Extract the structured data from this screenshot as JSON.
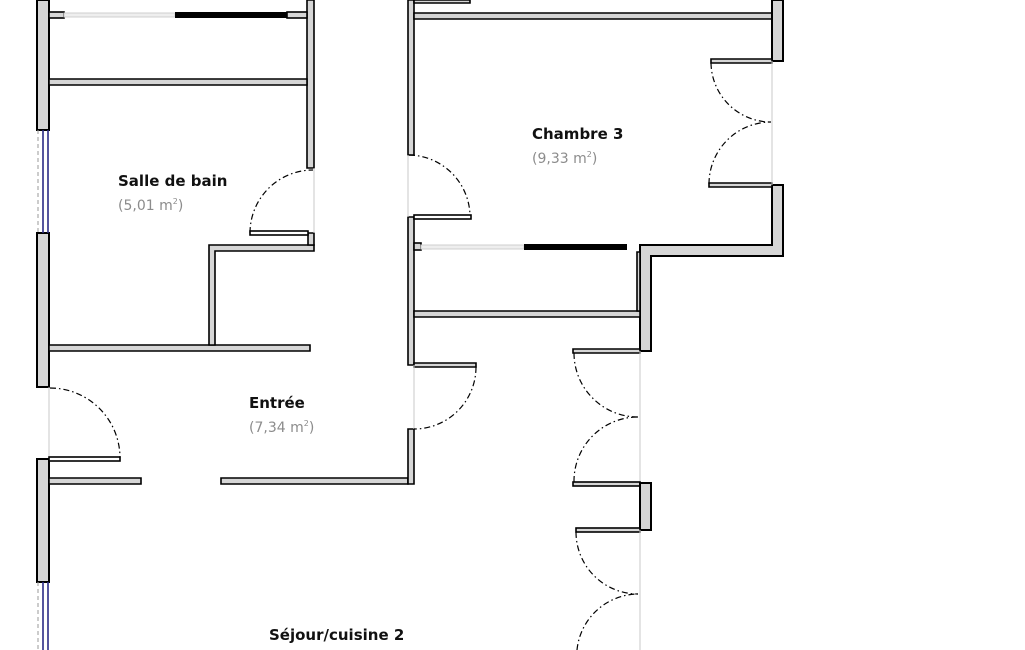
{
  "plan": {
    "rooms": [
      {
        "id": "salle-de-bain",
        "name": "Salle de bain",
        "area": "5,01",
        "unit": "m",
        "unit_exp": "2"
      },
      {
        "id": "chambre-3",
        "name": "Chambre 3",
        "area": "9,33",
        "unit": "m",
        "unit_exp": "2"
      },
      {
        "id": "entree",
        "name": "Entrée",
        "area": "7,34",
        "unit": "m",
        "unit_exp": "2"
      },
      {
        "id": "sejour-cuisine-2",
        "name": "Séjour/cuisine 2"
      }
    ],
    "colors": {
      "wall_fill": "#d6d6d6",
      "wall_stroke": "#000000",
      "window_glass": "#2a2a86",
      "area_text": "#8c8c8c"
    }
  }
}
